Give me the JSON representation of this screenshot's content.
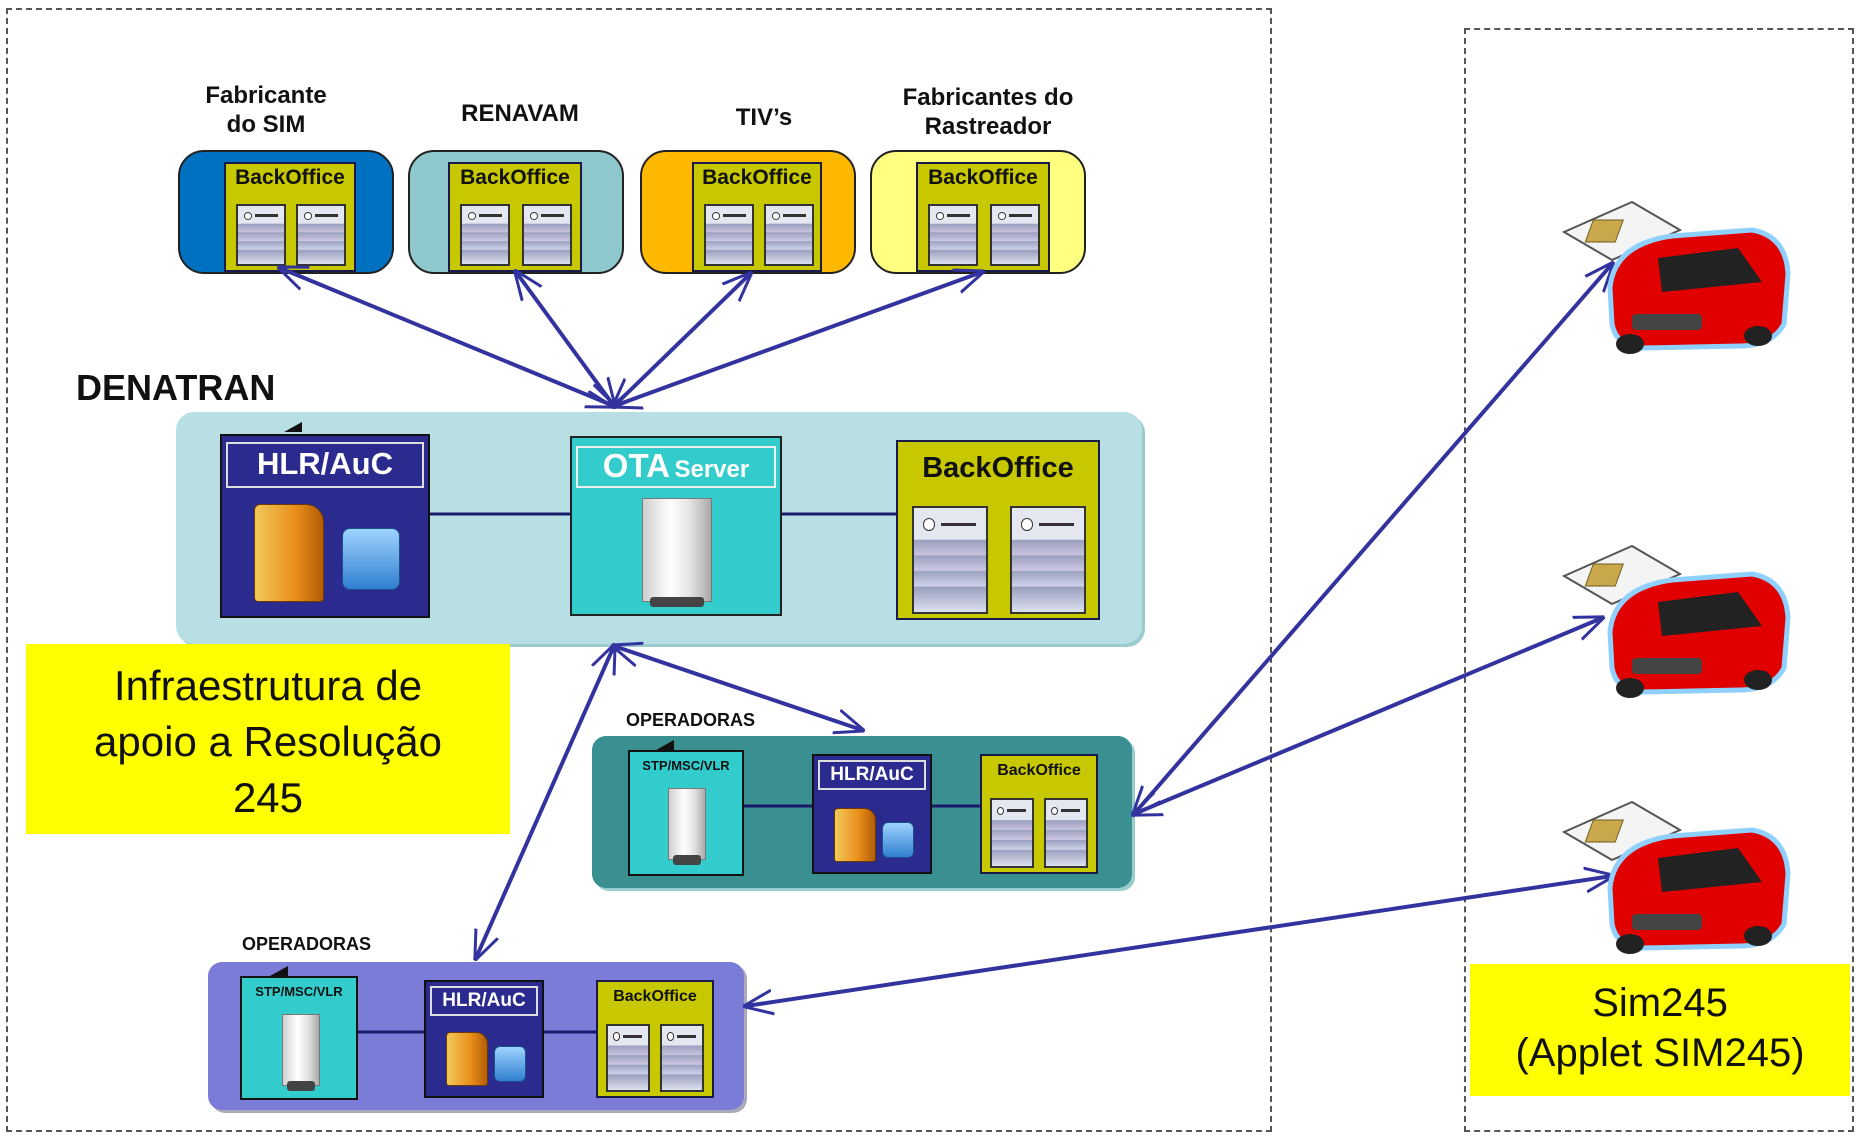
{
  "orgs": [
    {
      "name": "Fabricante\ndo SIM",
      "backoffice": "BackOffice",
      "color": "#0070c0"
    },
    {
      "name": "RENAVAM",
      "backoffice": "BackOffice",
      "color": "#8fc8cc"
    },
    {
      "name": "TIV’s",
      "backoffice": "BackOffice",
      "color": "#ffb800"
    },
    {
      "name": "Fabricantes do\nRastreador",
      "backoffice": "BackOffice",
      "color": "#ffff80"
    }
  ],
  "denatran": {
    "title": "DENATRAN",
    "hlr": "HLR/AuC",
    "ota": "OTA",
    "ota_suffix": "Server",
    "backoffice": "BackOffice"
  },
  "operadoras": [
    {
      "title": "OPERADORAS",
      "stp": "STP/MSC/VLR",
      "hlr": "HLR/AuC",
      "backoffice": "BackOffice",
      "color": "#3a8f91"
    },
    {
      "title": "OPERADORAS",
      "stp": "STP/MSC/VLR",
      "hlr": "HLR/AuC",
      "backoffice": "BackOffice",
      "color": "#7b7bd8"
    }
  ],
  "infra_label": "Infraestrutura de\napoio a Resolução\n245",
  "sim_label": "Sim245\n(Applet SIM245)",
  "colors": {
    "arrow": "#3333a0",
    "highlight": "#ffff00",
    "denatran_bg": "#b8dfe3"
  }
}
